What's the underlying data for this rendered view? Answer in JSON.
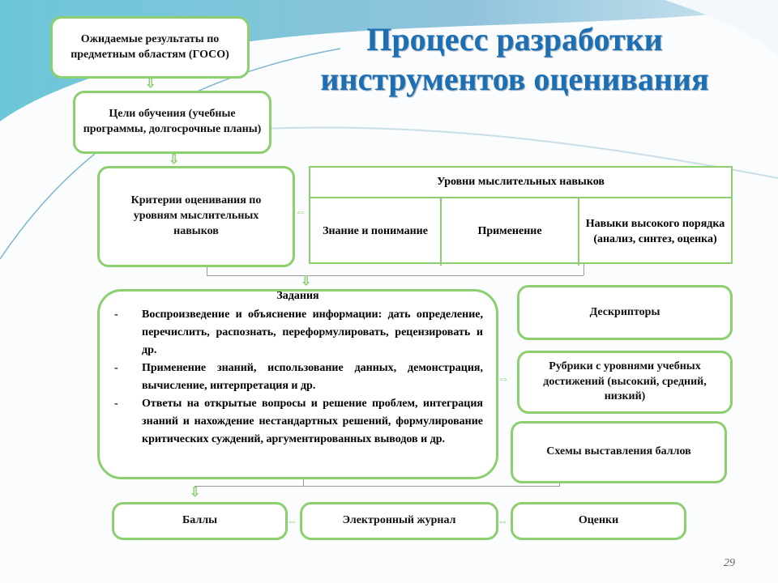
{
  "title": {
    "line1": "Процесс разработки",
    "line2": "инструментов оценивания"
  },
  "boxes": {
    "expected": "Ожидаемые результаты по предметным областям (ГОСО)",
    "goals": "Цели обучения (учебные программы, долгосрочные планы)",
    "criteria": "Критерии оценивания по уровням мыслительных навыков",
    "descriptors": "Дескрипторы",
    "rubrics": "Рубрики с уровнями учебных достижений (высокий, средний, низкий)",
    "schemes": "Схемы выставления баллов",
    "points": "Баллы",
    "journal": "Электронный журнал",
    "grades": "Оценки"
  },
  "levels": {
    "header": "Уровни мыслительных навыков",
    "cells": [
      "Знание и понимание",
      "Применение",
      "Навыки высокого порядка (анализ, синтез, оценка)"
    ]
  },
  "tasks": {
    "title": "Задания",
    "items": [
      "Воспроизведение и объяснение информации: дать определение, перечислить, распознать, переформулировать, рецензировать и др.",
      "Применение знаний, использование данных, демонстрация, вычисление, интерпретация и др.",
      "Ответы на открытые вопросы и решение проблем, интеграция знаний и нахождение нестандартных решений, формулирование критических суждений, аргументированных выводов и др."
    ],
    "bullet": "-"
  },
  "page_number": "29",
  "colors": {
    "border": "#8ccf6f",
    "title": "#1c6fb3"
  }
}
